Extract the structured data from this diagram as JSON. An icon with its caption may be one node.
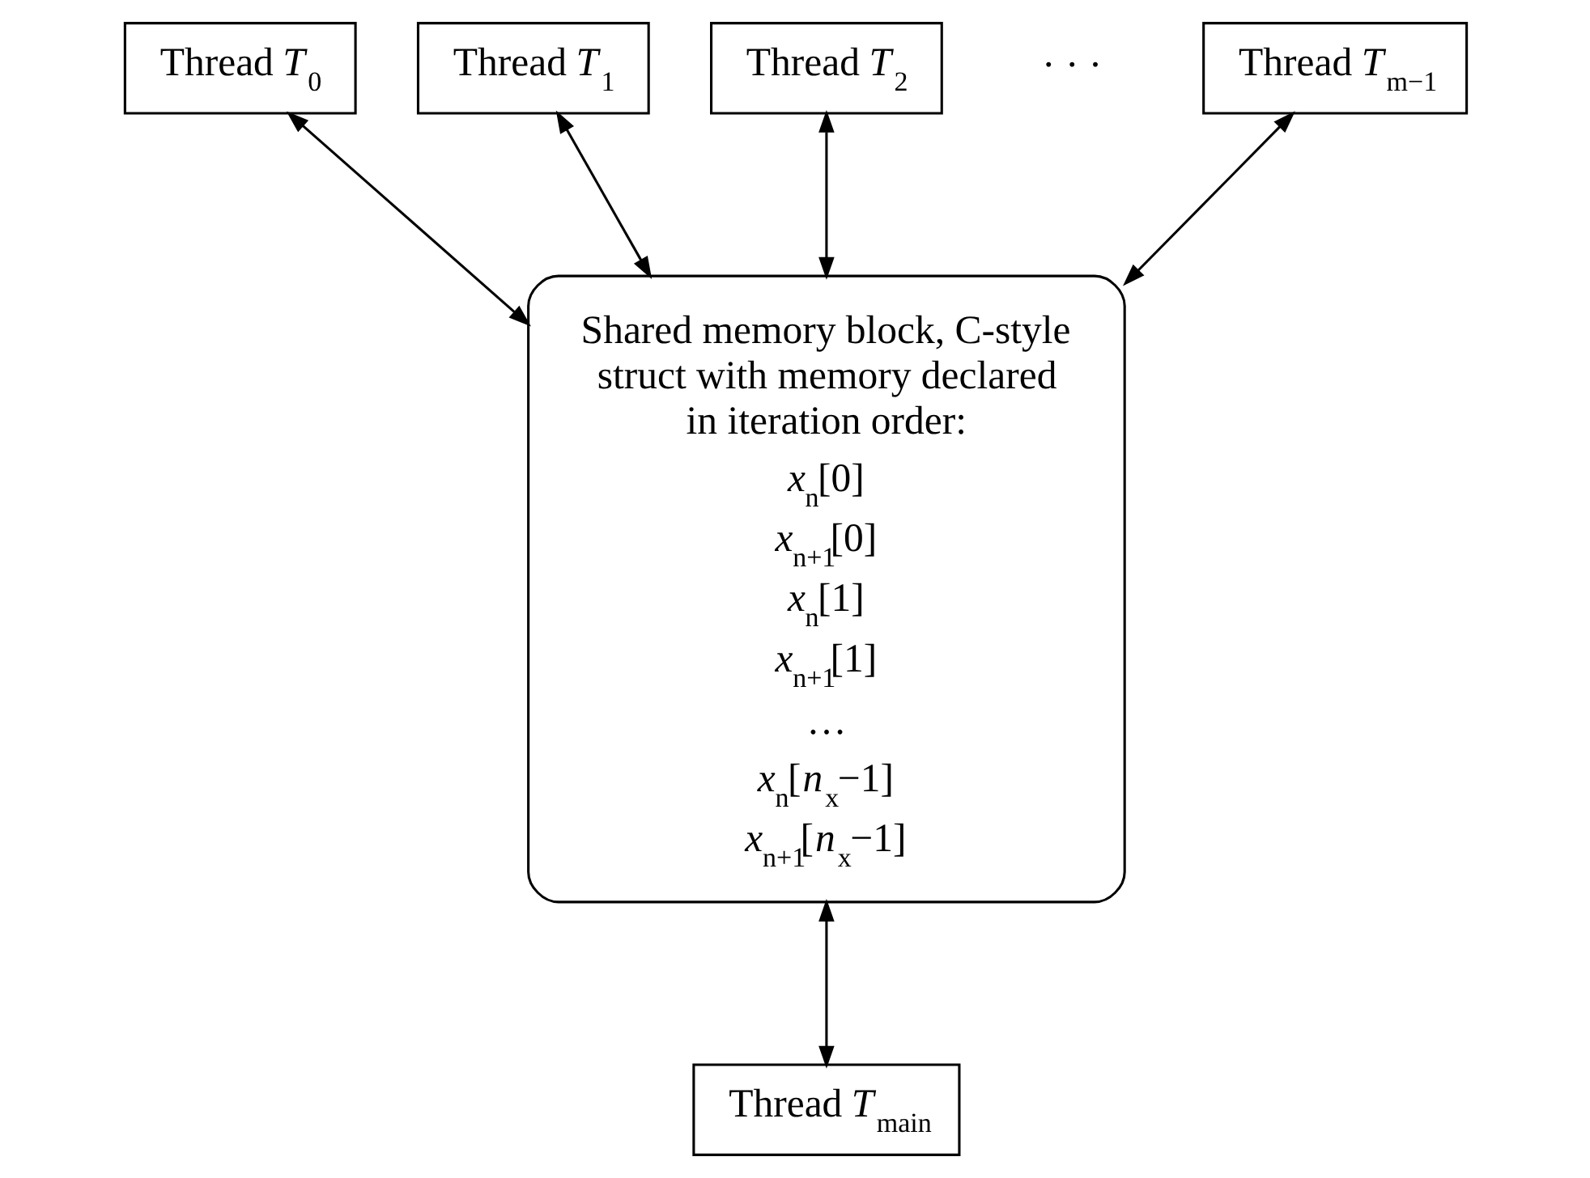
{
  "diagram": {
    "nodes": [
      {
        "text": [
          "Thread *T*$_{0}$"
        ]
      },
      {
        "text": [
          "Thread *T*$_{1}$"
        ]
      },
      {
        "text": [
          "Thread *T*$_{2}$"
        ]
      },
      {
        "text": [
          "Thread *T*$_{m−1}$"
        ]
      },
      {
        "text": [
          "Shared memory block, C-style struct with memory declared in iteration order:",
          "*x*$_{n}$[0]",
          "*x*$_{n+1}$[0]",
          "*x*$_{n}$[1]",
          "*x*$_{n+1}$[1]",
          "…",
          "*x*$_{n}$[*n*$_{x}$−1]",
          "*x*$_{n+1}$[*n*$_{x}$−1]"
        ]
      },
      {
        "text": [
          "Thread *T*$_{main}$"
        ]
      }
    ],
    "edges": [
      {
        "from": 0,
        "to": 4,
        "arrow": "both"
      },
      {
        "from": 1,
        "to": 4,
        "arrow": "both"
      },
      {
        "from": 2,
        "to": 4,
        "arrow": "both"
      },
      {
        "from": 3,
        "to": 4,
        "arrow": "both"
      },
      {
        "from": 4,
        "to": 5,
        "arrow": "both"
      }
    ],
    "labels": [
      "· · ·"
    ]
  }
}
